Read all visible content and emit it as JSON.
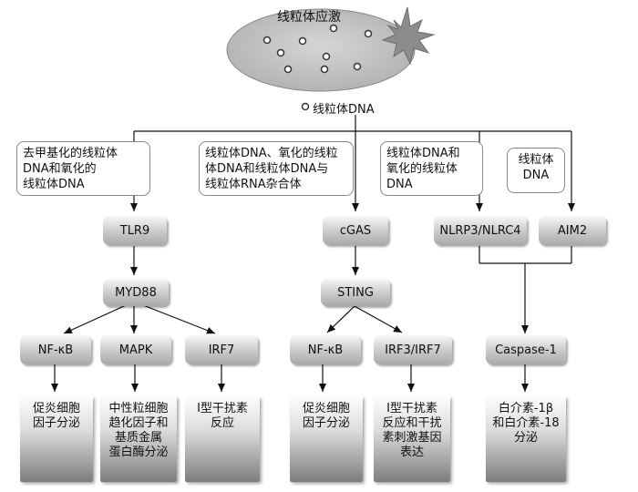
{
  "mito": {
    "title": "线粒体应激"
  },
  "mtdna_label": "线粒体DNA",
  "triggers": [
    {
      "lines": [
        "去甲基化的线粒体",
        "DNA和氧化的",
        "线粒体DNA"
      ]
    },
    {
      "lines": [
        "线粒体DNA、氧化的线粒",
        "体DNA和线粒体DNA与",
        "线粒体RNA杂合体"
      ]
    },
    {
      "lines": [
        "线粒体DNA和",
        "氧化的线粒体",
        "DNA"
      ]
    },
    {
      "lines": [
        "线粒体",
        "DNA"
      ]
    }
  ],
  "nodes": {
    "tlr9": "TLR9",
    "myd88": "MYD88",
    "nfkb_left": "NF-κB",
    "mapk": "MAPK",
    "irf7": "IRF7",
    "cgas": "cGAS",
    "sting": "STING",
    "nfkb_mid": "NF-κB",
    "irf3_irf7": "IRF3/IRF7",
    "nlrp3_nlrc4": "NLRP3/NLRC4",
    "aim2": "AIM2",
    "caspase1": "Caspase-1"
  },
  "outcomes": {
    "o1": [
      "促炎细胞",
      "因子分泌"
    ],
    "o2": [
      "中性粒细胞",
      "趋化因子和",
      "基质金属",
      "蛋白酶分泌"
    ],
    "o3": [
      "Ⅰ型干扰素",
      "反应"
    ],
    "o4": [
      "促炎细胞",
      "因子分泌"
    ],
    "o5": [
      "Ⅰ型干扰素",
      "反应和干扰",
      "素刺激基因",
      "表达"
    ],
    "o6": [
      "白介素-1β",
      "和白介素-18",
      "分泌"
    ]
  },
  "colors": {
    "line": "#111111",
    "node_fill": "#c9c9c9",
    "mito_fill": "#c8c8c8",
    "burst": "#8a8a8a"
  }
}
